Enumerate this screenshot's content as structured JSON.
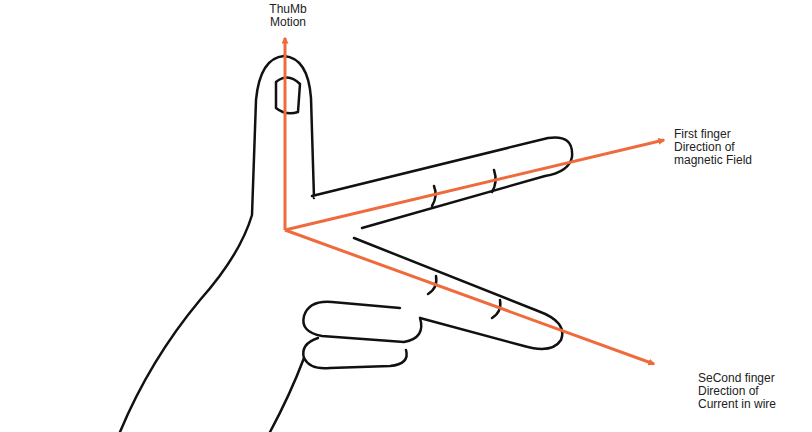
{
  "diagram": {
    "labels": [
      "ThuMb Motion",
      "First finger Direction of magnetic Field",
      "SeCond finger Direction of Current in wire"
    ]
  }
}
